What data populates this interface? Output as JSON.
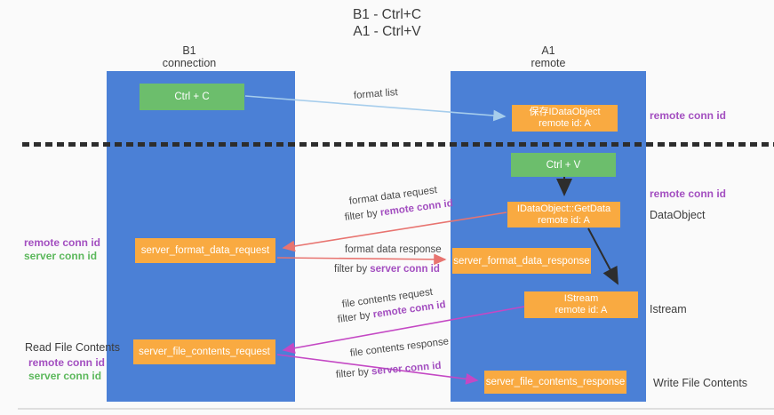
{
  "title": {
    "line1": "B1 - Ctrl+C",
    "line2": "A1 - Ctrl+V"
  },
  "colors": {
    "column_blue": "#4b80d6",
    "box_green": "#6cbe6c",
    "box_orange": "#f9aa41",
    "purple_text": "#a34fc0",
    "green_text": "#5cb85c",
    "arrow_red": "#e87470",
    "arrow_magenta": "#c448c4",
    "arrow_light_blue": "#a6cdec",
    "arrow_black": "#2d2d2d"
  },
  "columns": {
    "left": {
      "header_line1": "B1",
      "header_line2": "connection"
    },
    "right": {
      "header_line1": "A1",
      "header_line2": "remote"
    }
  },
  "boxes": {
    "ctrl_c": {
      "label": "Ctrl + C"
    },
    "save_idataobject": {
      "line1": "保存IDataObject",
      "line2": "remote id: A"
    },
    "ctrl_v": {
      "label": "Ctrl + V"
    },
    "getdata": {
      "line1": "IDataObject::GetData",
      "line2": "remote id: A"
    },
    "format_request": {
      "label": "server_format_data_request"
    },
    "format_response": {
      "label": "server_format_data_response"
    },
    "istream": {
      "line1": "IStream",
      "line2": "remote id: A"
    },
    "file_request": {
      "label": "server_file_contents_request"
    },
    "file_response": {
      "label": "server_file_contents_response"
    }
  },
  "arrow_labels": {
    "format_list": "format list",
    "format_data_request": "format data request",
    "format_data_response": "format data response",
    "file_contents_request": "file contents request",
    "file_contents_response": "file contents response",
    "filter_by": "filter by ",
    "remote_conn_id": "remote conn id",
    "server_conn_id": "server conn id"
  },
  "side_labels": {
    "right_remote_conn_id_top": "remote conn id",
    "right_remote_conn_id_mid": "remote conn id",
    "dataobject": "DataObject",
    "istream": "Istream",
    "write_file_contents": "Write File Contents",
    "left_remote_conn_id_top": "remote conn id",
    "left_server_conn_id_top": "server conn id",
    "read_file_contents": "Read File Contents",
    "left_remote_conn_id_bottom": "remote conn id",
    "left_server_conn_id_bottom": "server conn id"
  }
}
